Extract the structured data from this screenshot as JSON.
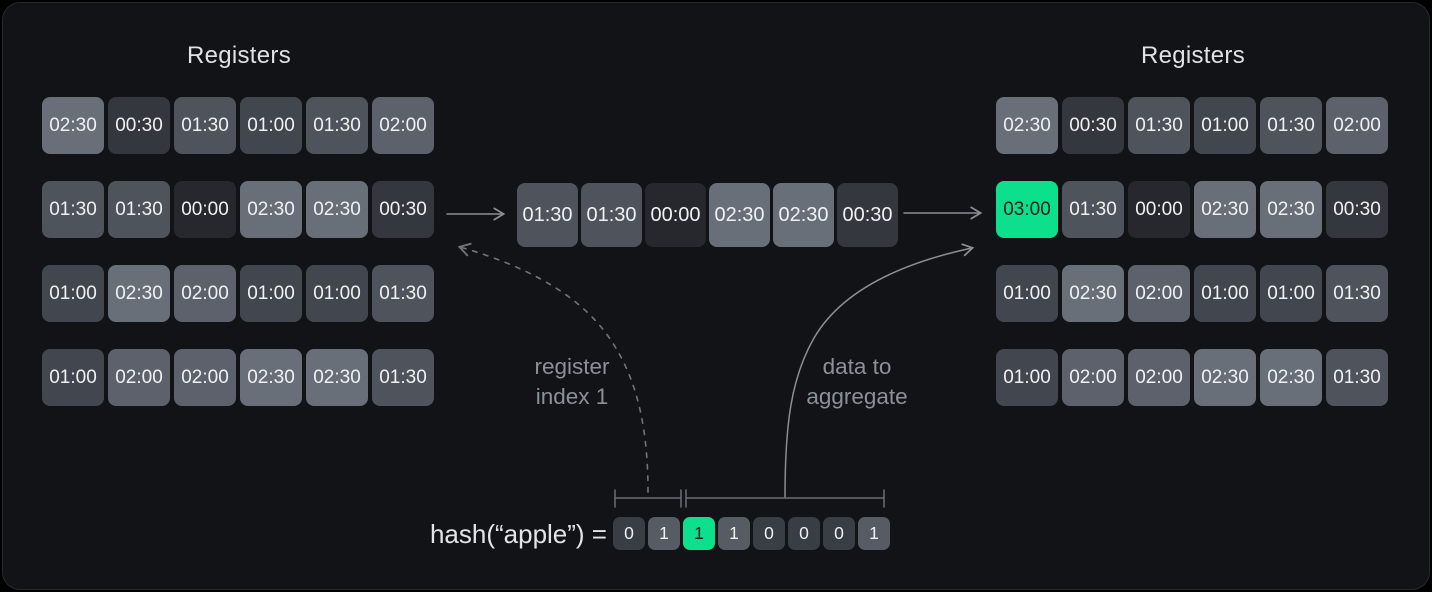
{
  "theme": {
    "page_bg": "#000000",
    "card_bg": "#121316",
    "card_border": "#26292d",
    "title_text": "#dfe1e4",
    "cell_text": "#eff1f3",
    "muted_text": "#8b9099",
    "arrow_color": "#8a8e95",
    "curve_color": "#8a8e95",
    "dash_color": "#70747b",
    "bracket_color": "#6a6e75",
    "highlight_bg": "#0de08c",
    "highlight_text": "#13201a",
    "value_colors": {
      "00:00": "#26282d",
      "00:30": "#34373d",
      "01:00": "#42464e",
      "01:30": "#4e535c",
      "02:00": "#5c616b",
      "02:30": "#696f79",
      "03:00": "#0de08c"
    },
    "bit_colors": {
      "0": "#393d44",
      "1": "#565b64"
    }
  },
  "left_registers": {
    "title": "Registers",
    "rows": [
      [
        "02:30",
        "00:30",
        "01:30",
        "01:00",
        "01:30",
        "02:00"
      ],
      [
        "01:30",
        "01:30",
        "00:00",
        "02:30",
        "02:30",
        "00:30"
      ],
      [
        "01:00",
        "02:30",
        "02:00",
        "01:00",
        "01:00",
        "01:30"
      ],
      [
        "01:00",
        "02:00",
        "02:00",
        "02:30",
        "02:30",
        "01:30"
      ]
    ]
  },
  "right_registers": {
    "title": "Registers",
    "rows": [
      [
        "02:30",
        "00:30",
        "01:30",
        "01:00",
        "01:30",
        "02:00"
      ],
      [
        "03:00",
        "01:30",
        "00:00",
        "02:30",
        "02:30",
        "00:30"
      ],
      [
        "01:00",
        "02:30",
        "02:00",
        "01:00",
        "01:00",
        "01:30"
      ],
      [
        "01:00",
        "02:00",
        "02:00",
        "02:30",
        "02:30",
        "01:30"
      ]
    ],
    "highlight": {
      "row": 1,
      "col": 0
    }
  },
  "incoming_row": {
    "values": [
      "01:30",
      "01:30",
      "00:00",
      "02:30",
      "02:30",
      "00:30"
    ]
  },
  "annotations": {
    "register_index": {
      "line1": "register",
      "line2": "index 1"
    },
    "data_to_aggregate": {
      "line1": "data to",
      "line2": "aggregate"
    }
  },
  "hash": {
    "label": "hash(“apple”) =",
    "bits": [
      "0",
      "1",
      "1",
      "1",
      "0",
      "0",
      "0",
      "1"
    ],
    "highlight_index": 2
  }
}
